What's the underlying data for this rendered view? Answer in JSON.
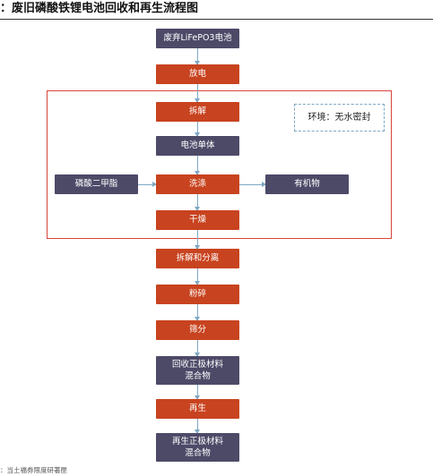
{
  "title": "：废旧磷酸铁锂电池回收和再生流程图",
  "environment_note": "环境：无水密封",
  "nodes": {
    "waste_battery": "废弃LiFePO3电池",
    "discharge": "放电",
    "disassembly": "拆解",
    "battery_cell": "电池单体",
    "dimethyl_carbonate": "磷酸二甲脂",
    "washing": "洗涤",
    "organics": "有机物",
    "drying": "干燥",
    "disassemble_separate": "拆解和分离",
    "crushing": "粉碎",
    "sieving": "筛分",
    "recovered_mix_line1": "回收正极材料",
    "recovered_mix_line2": "混合物",
    "regeneration": "再生",
    "regenerated_mix_line1": "再生正极材料",
    "regenerated_mix_line2": "混合物"
  },
  "colors": {
    "dark_node": "#4d4a68",
    "process_node": "#c8431f",
    "arrow": "#7fa8c4",
    "frame": "#d9453a"
  },
  "footer": "：当土福券限度研著匣"
}
